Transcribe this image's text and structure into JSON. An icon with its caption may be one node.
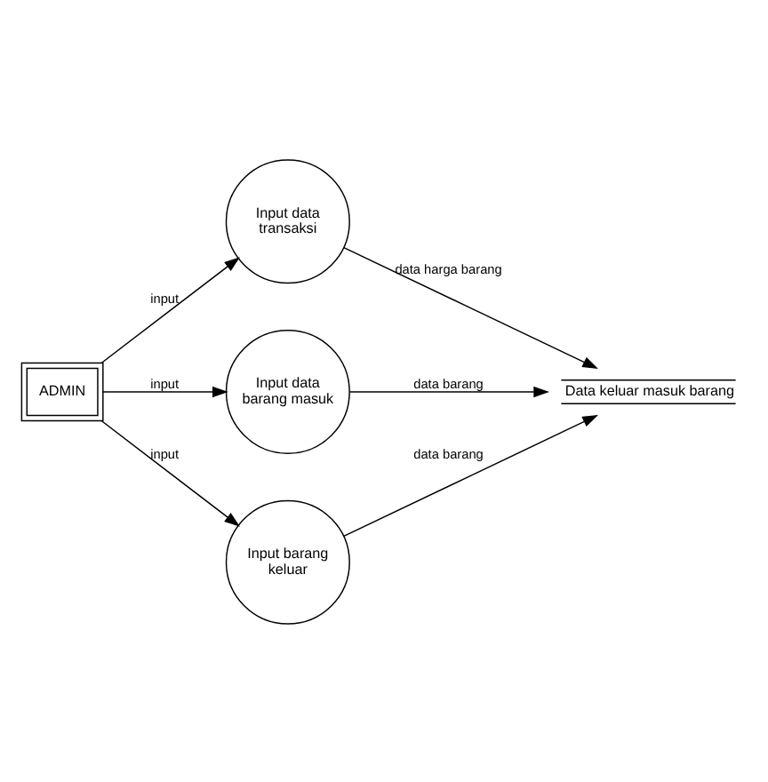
{
  "diagram": {
    "nodes": [
      {
        "text": [
          "ADMIN"
        ]
      },
      {
        "text": [
          "Input data transaksi"
        ]
      },
      {
        "text": [
          "Input data barang masuk"
        ]
      },
      {
        "text": [
          "Input barang keluar"
        ]
      },
      {
        "text": [
          "Data keluar masuk barang"
        ]
      }
    ],
    "edges": [
      {
        "from": 0,
        "to": 1,
        "arrow": "to",
        "label": "input"
      },
      {
        "from": 1,
        "to": 4,
        "arrow": "to",
        "label": "data harga barang"
      },
      {
        "from": 0,
        "to": 2,
        "arrow": "to",
        "label": "input"
      },
      {
        "from": 2,
        "to": 4,
        "arrow": "to",
        "label": "data barang"
      },
      {
        "from": 0,
        "to": 3,
        "arrow": "to",
        "label": "input"
      },
      {
        "from": 3,
        "to": 4,
        "arrow": "to",
        "label": "data barang"
      }
    ]
  }
}
